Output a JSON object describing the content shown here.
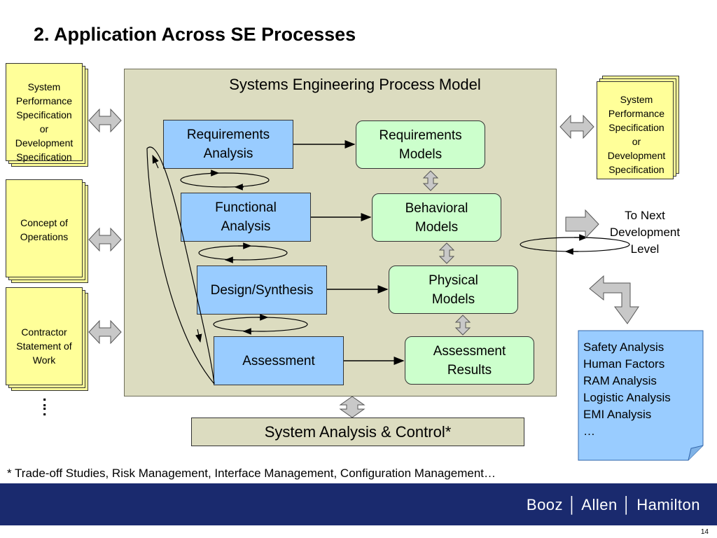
{
  "title": "2. Application Across SE Processes",
  "model": {
    "title": "Systems Engineering Process Model",
    "processes": [
      "Requirements\nAnalysis",
      "Functional\nAnalysis",
      "Design/Synthesis",
      "Assessment"
    ],
    "models": [
      "Requirements\nModels",
      "Behavioral\nModels",
      "Physical\nModels",
      "Assessment\nResults"
    ]
  },
  "inputs": [
    "System\nPerformance\nSpecification\nor\nDevelopment\nSpecification",
    "Concept of\nOperations",
    "Contractor\nStatement of\nWork"
  ],
  "output_doc": "System\nPerformance\nSpecification\nor\nDevelopment\nSpecification",
  "ellipsis": ":\n:",
  "to_next": "To Next\nDevelopment\nLevel",
  "analyses": "Safety Analysis\nHuman Factors\nRAM Analysis\nLogistic Analysis\nEMI Analysis\n…",
  "system_analysis": "System Analysis & Control*",
  "footnote": "* Trade-off Studies, Risk Management, Interface Management, Configuration Management…",
  "brand": "Booz │ Allen │ Hamilton",
  "page_number": "14",
  "colors": {
    "process_fill": "#99ccff",
    "model_fill": "#ccffcc",
    "doc_fill": "#ffff99",
    "model_bg": "#dcdcc0",
    "footer": "#1a2a6e",
    "arrow_gray": "#c8c8c8"
  }
}
